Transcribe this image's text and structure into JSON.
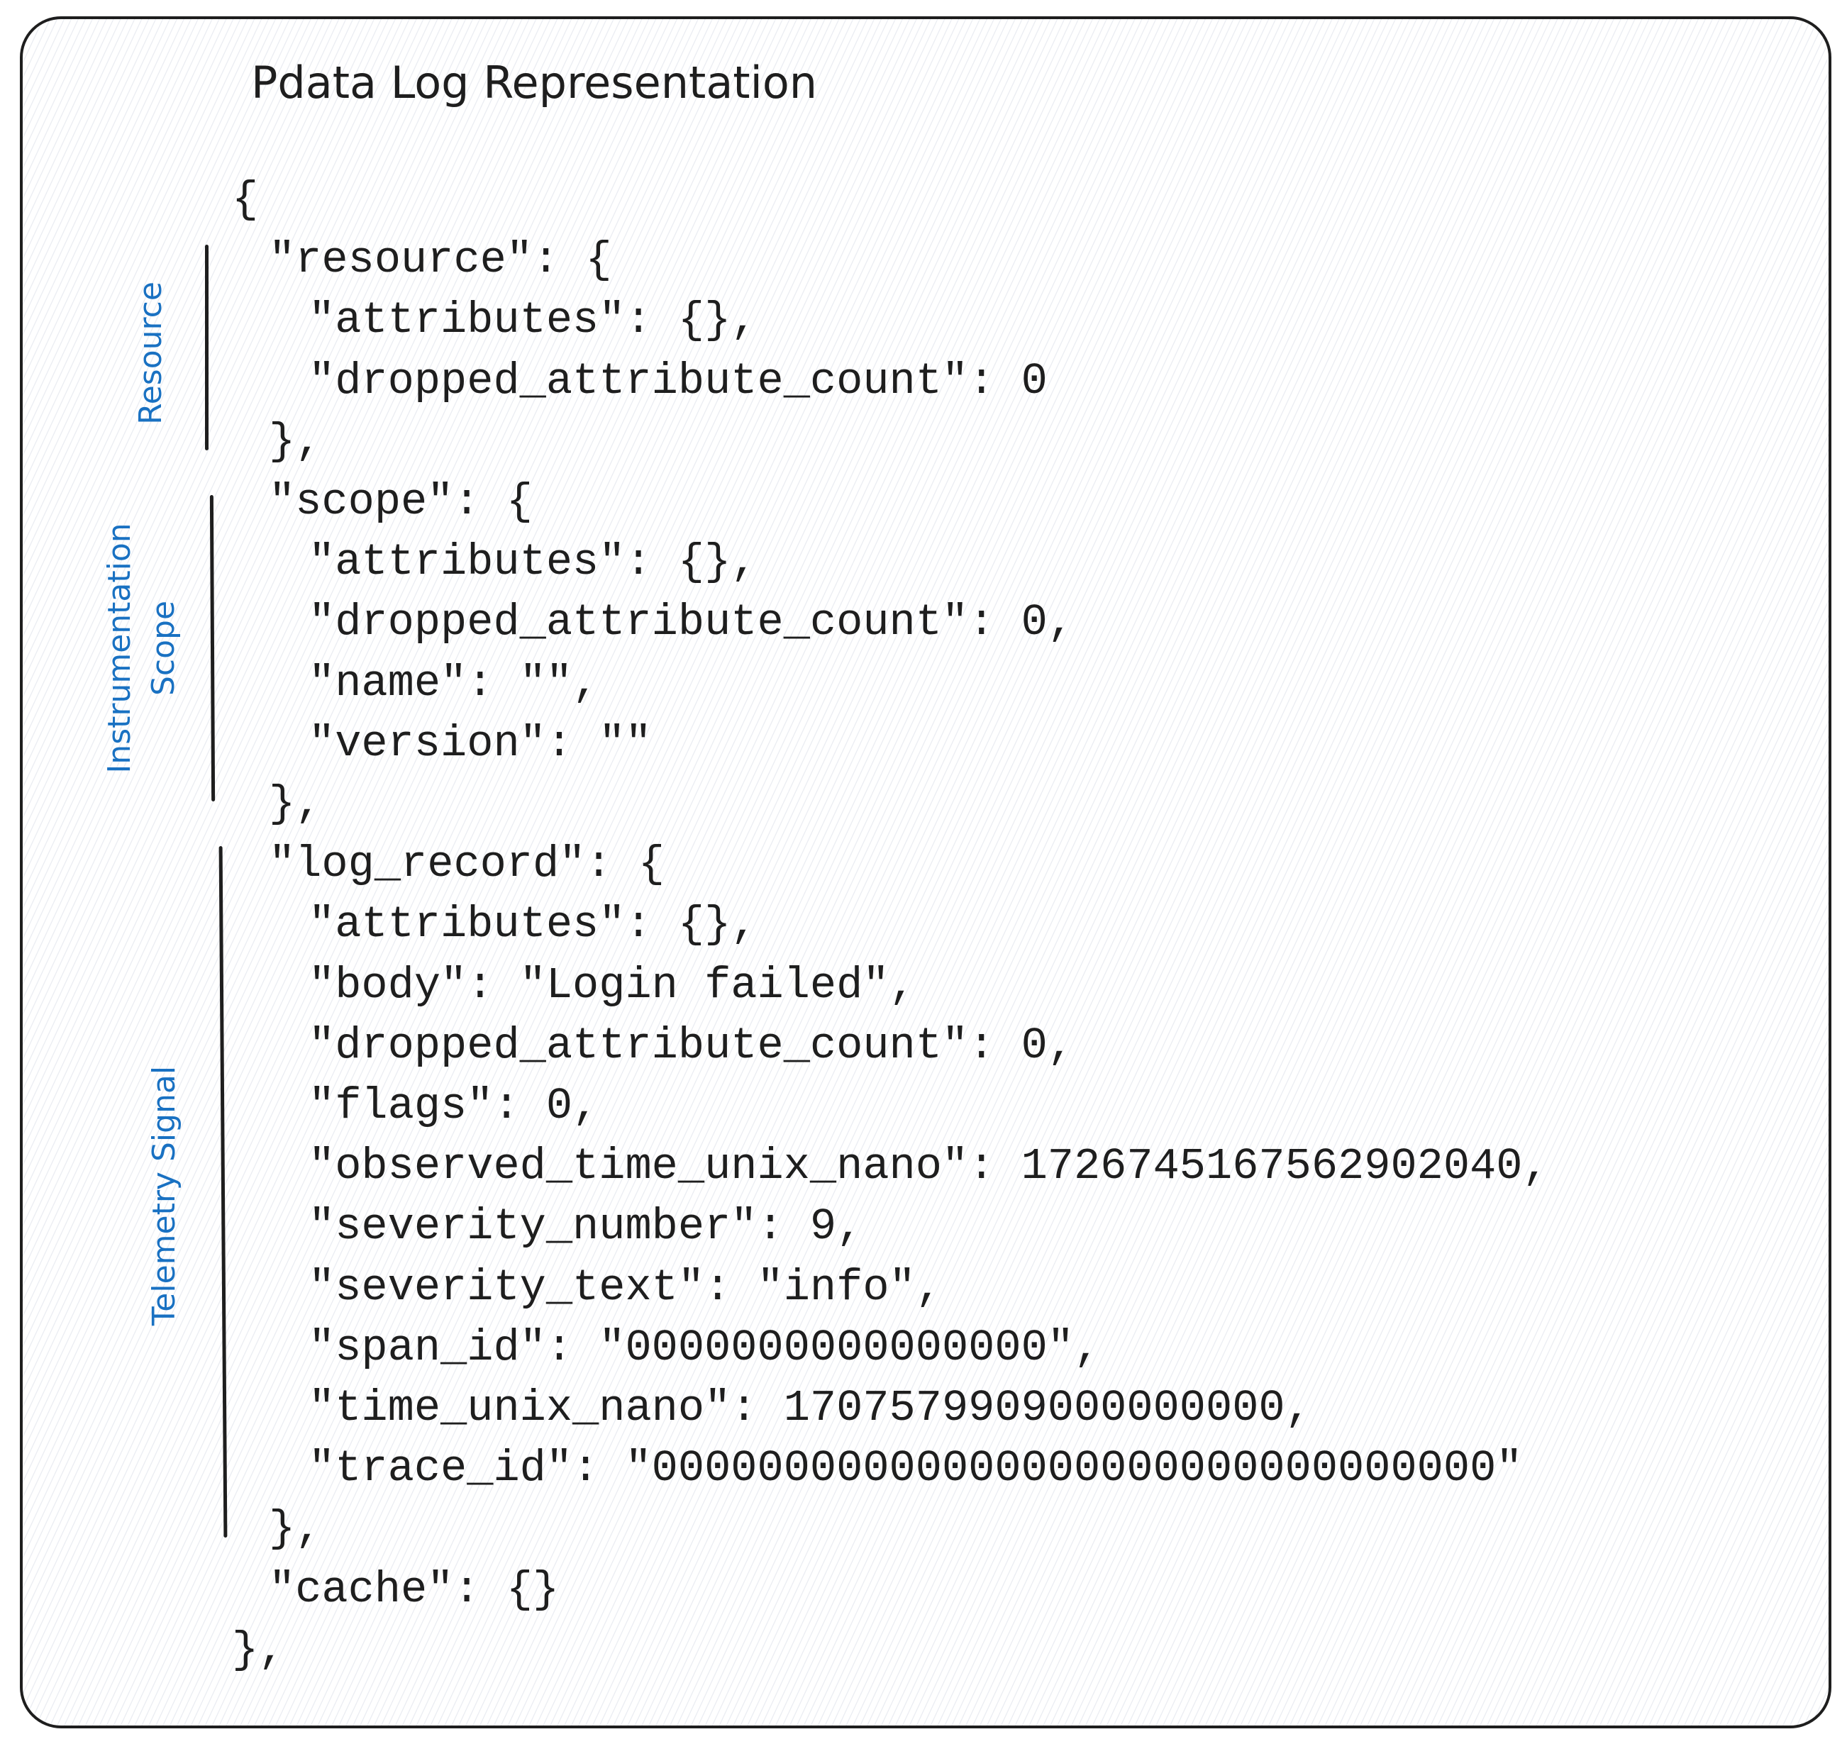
{
  "title": "Pdata Log Representation",
  "labels": {
    "resource": "Resource",
    "scope_line1": "Instrumentation",
    "scope_line2": "Scope",
    "telemetry": "Telemetry Signal"
  },
  "lines": [
    {
      "indent": 0,
      "text": "{"
    },
    {
      "indent": 1,
      "text": "\"resource\": {"
    },
    {
      "indent": 2,
      "text": "\"attributes\": {},"
    },
    {
      "indent": 2,
      "text": "\"dropped_attribute_count\": 0"
    },
    {
      "indent": 1,
      "text": "},"
    },
    {
      "indent": 1,
      "text": "\"scope\": {"
    },
    {
      "indent": 2,
      "text": "\"attributes\": {},"
    },
    {
      "indent": 2,
      "text": "\"dropped_attribute_count\": 0,"
    },
    {
      "indent": 2,
      "text": "\"name\": \"\","
    },
    {
      "indent": 2,
      "text": "\"version\": \"\""
    },
    {
      "indent": 1,
      "text": "},"
    },
    {
      "indent": 1,
      "text": "\"log_record\": {"
    },
    {
      "indent": 2,
      "text": "\"attributes\": {},"
    },
    {
      "indent": 2,
      "text": "\"body\": \"Login failed\","
    },
    {
      "indent": 2,
      "text": "\"dropped_attribute_count\": 0,"
    },
    {
      "indent": 2,
      "text": "\"flags\": 0,"
    },
    {
      "indent": 2,
      "text": "\"observed_time_unix_nano\": 1726745167562902040,"
    },
    {
      "indent": 2,
      "text": "\"severity_number\": 9,"
    },
    {
      "indent": 2,
      "text": "\"severity_text\": \"info\","
    },
    {
      "indent": 2,
      "text": "\"span_id\": \"0000000000000000\","
    },
    {
      "indent": 2,
      "text": "\"time_unix_nano\": 1707579909000000000,"
    },
    {
      "indent": 2,
      "text": "\"trace_id\": \"00000000000000000000000000000000\""
    },
    {
      "indent": 1,
      "text": "},"
    },
    {
      "indent": 1,
      "text": "\"cache\": {}"
    },
    {
      "indent": 0,
      "text": "},"
    }
  ],
  "colors": {
    "label": "#1971c2",
    "stroke": "#1e1e1e"
  }
}
